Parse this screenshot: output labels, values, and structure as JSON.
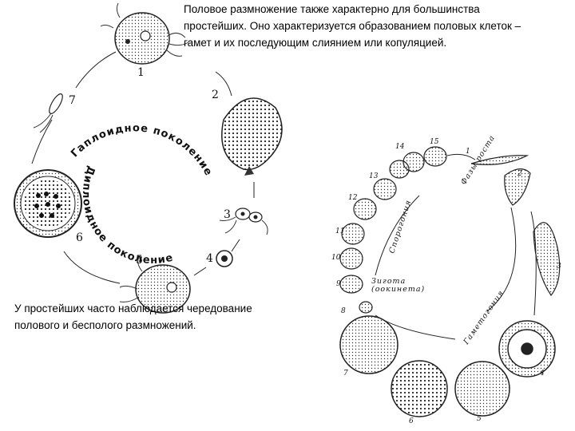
{
  "intro_text": {
    "line1": "Половое размножение также характерно для большинства",
    "line2": "простейших. Оно характеризуется образованием половых клеток –",
    "line3": "гамет и их последующим слиянием или копуляцией."
  },
  "alternation_text": {
    "line1": "У простейших часто наблюдается чередование",
    "line2": "полового и бесполого размножений."
  },
  "figure_left": {
    "haploid_label": "Гаплоидное поколение",
    "diploid_label": "Диплоидное поколение",
    "stage_numbers": [
      "1",
      "2",
      "3",
      "4",
      "5",
      "6",
      "7"
    ]
  },
  "figure_right": {
    "growth_phase": "Фазы роста",
    "gametogony": "Гаметогония",
    "sporogony": "Спорогония",
    "zygote": "Зигота",
    "ookinete": "(оокинета)",
    "stage_numbers": [
      "1",
      "2",
      "3",
      "4",
      "5",
      "6",
      "7",
      "8",
      "9",
      "10",
      "11",
      "12",
      "13",
      "14",
      "15"
    ]
  }
}
